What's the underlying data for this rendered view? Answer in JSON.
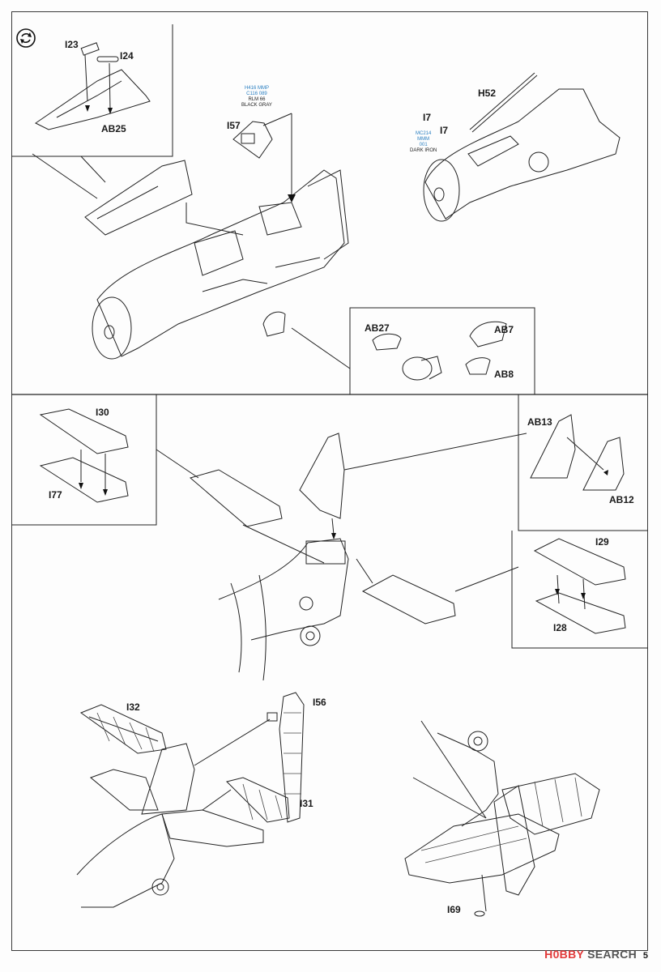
{
  "page": {
    "number": "5",
    "watermark": {
      "brand": "H0BBY",
      "suffix": "SEARCH"
    }
  },
  "labels": {
    "i23": "I23",
    "i24": "I24",
    "ab25": "AB25",
    "i57": "I57",
    "h52": "H52",
    "i7a": "I7",
    "i7b": "I7",
    "ab27": "AB27",
    "ab7": "AB7",
    "ab8": "AB8",
    "i30": "I30",
    "i77": "I77",
    "ab13": "AB13",
    "ab12": "AB12",
    "i29": "I29",
    "i28": "I28",
    "i32": "I32",
    "i56": "I56",
    "i31": "I31",
    "i69": "I69"
  },
  "paints": {
    "rlm66": {
      "codes": [
        "H416",
        "MMP",
        "C116",
        "089"
      ],
      "name1": "RLM 66",
      "name2": "BLACK GRAY"
    },
    "darkiron": {
      "codes": [
        "MC214",
        "MMM",
        "001"
      ],
      "name": "DARK IRON"
    }
  },
  "icons": {
    "repeat_symbol": "rotate-arrows-icon"
  },
  "colors": {
    "paint_code": "#2a7fc1",
    "line": "#222222",
    "watermark": "#e23a3a"
  }
}
